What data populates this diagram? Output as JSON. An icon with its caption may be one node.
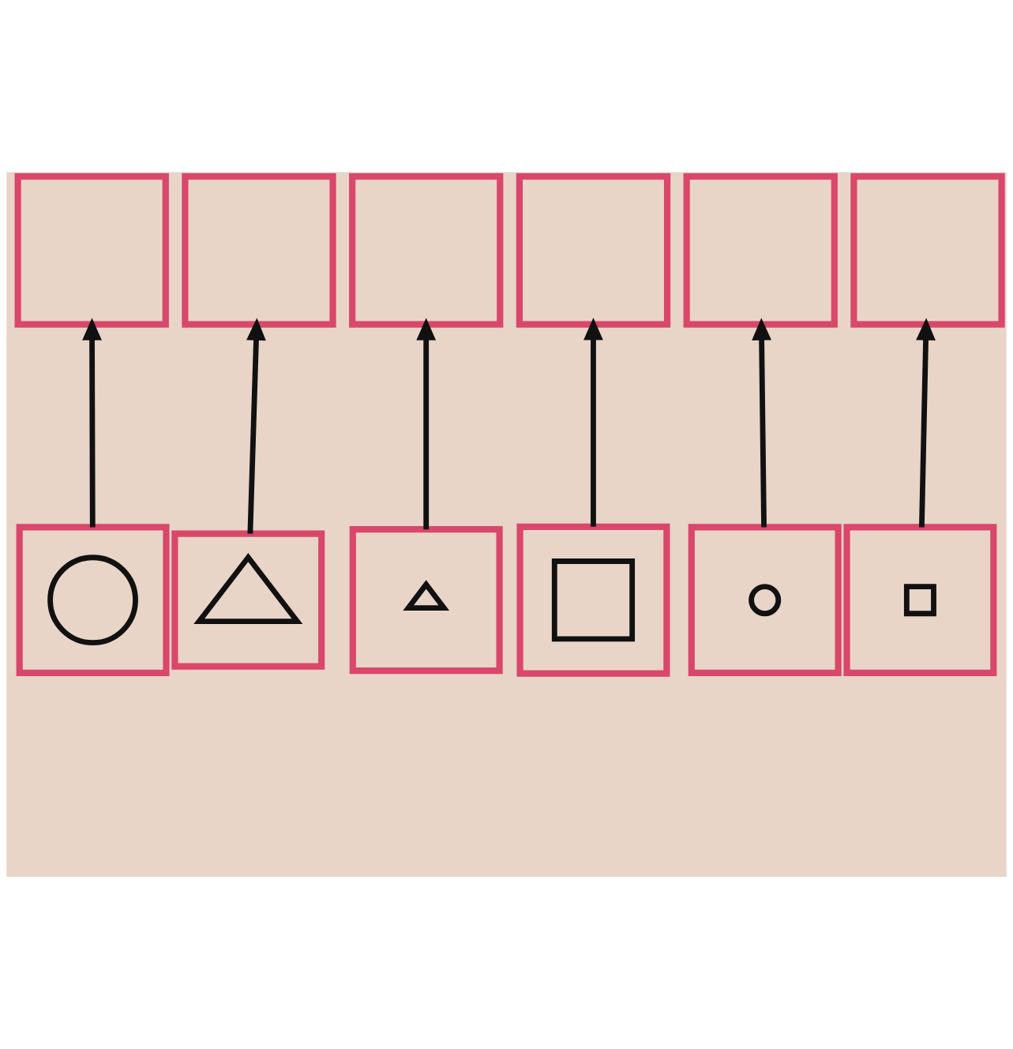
{
  "diagram": {
    "nodes": [
      {
        "text": [],
        "shape": "box"
      },
      {
        "text": [],
        "shape": "box"
      },
      {
        "text": [],
        "shape": "box"
      },
      {
        "text": [],
        "shape": "box"
      },
      {
        "text": [],
        "shape": "box"
      },
      {
        "text": [],
        "shape": "box"
      },
      {
        "text": [],
        "shape": "box"
      },
      {
        "text": [],
        "shape": "box"
      },
      {
        "text": [],
        "shape": "box"
      },
      {
        "text": [],
        "shape": "box"
      },
      {
        "text": [],
        "shape": "box"
      },
      {
        "text": [],
        "shape": "box"
      },
      {
        "text": [],
        "shape": "circle",
        "in": 6
      },
      {
        "text": [],
        "shape": "triangle",
        "in": 7
      },
      {
        "text": [],
        "shape": "box",
        "in": 8
      },
      {
        "text": [],
        "shape": "triangle",
        "in": 9
      },
      {
        "text": [],
        "shape": "box",
        "in": 10
      },
      {
        "text": [],
        "shape": "circle",
        "in": 11
      }
    ],
    "edges": [
      {
        "from": 6,
        "to": 4,
        "arrow": "to"
      },
      {
        "from": 7,
        "to": 2,
        "arrow": "to"
      },
      {
        "from": 8,
        "to": 3,
        "arrow": "to"
      },
      {
        "from": 9,
        "to": 1,
        "arrow": "to"
      },
      {
        "from": 10,
        "to": 5,
        "arrow": "to"
      },
      {
        "from": 11,
        "to": 0,
        "arrow": "to"
      }
    ]
  }
}
